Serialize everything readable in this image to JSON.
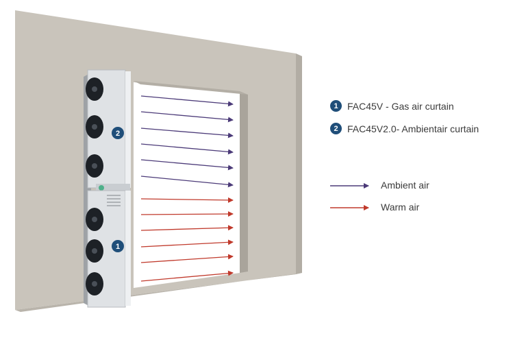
{
  "legend": {
    "units": [
      {
        "number": "1",
        "label": "FAC45V - Gas air curtain"
      },
      {
        "number": "2",
        "label": "FAC45V2.0- Ambientair curtain"
      }
    ],
    "airflow": [
      {
        "label": "Ambient air",
        "color": "#4b3a78"
      },
      {
        "label": "Warm air",
        "color": "#c0392b"
      }
    ]
  },
  "units_on_wall": [
    {
      "number": "2"
    },
    {
      "number": "1"
    }
  ],
  "colors": {
    "wall": "#c9c4bb",
    "wall_side": "#a9a49b",
    "unit": "#e3e5e7",
    "badge": "#1f4e79",
    "ambient_arrow": "#4b3a78",
    "warm_arrow": "#c0392b"
  }
}
